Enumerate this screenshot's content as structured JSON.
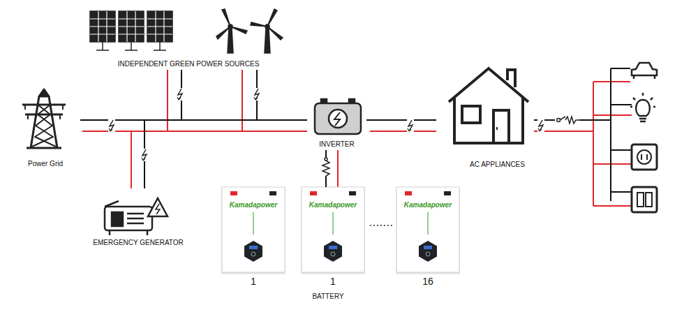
{
  "diagram": {
    "nodes": [
      {
        "text": [
          "Power Grid"
        ]
      },
      {
        "text": [
          "INDEPENDENT GREEN POWER SOURCES"
        ]
      },
      {
        "text": [
          "EMERGENCY GENERATOR"
        ]
      },
      {
        "text": [
          "INVERTER"
        ]
      },
      {
        "text": [
          "AC APPLIANCES"
        ]
      },
      {
        "text": [
          "Kamadapower",
          "1"
        ]
      },
      {
        "text": [
          "Kamadapower",
          "1"
        ]
      },
      {
        "text": [
          "Kamadapower",
          "16"
        ]
      }
    ],
    "edges": [
      {
        "from": 0,
        "to": 3,
        "arrow": "none"
      },
      {
        "from": 1,
        "to": 3,
        "arrow": "none"
      },
      {
        "from": 2,
        "to": 3,
        "arrow": "none"
      },
      {
        "from": 3,
        "to": 4,
        "arrow": "none"
      },
      {
        "from": 3,
        "to": 6,
        "arrow": "none"
      }
    ],
    "labels": [
      "BATTERY"
    ]
  }
}
